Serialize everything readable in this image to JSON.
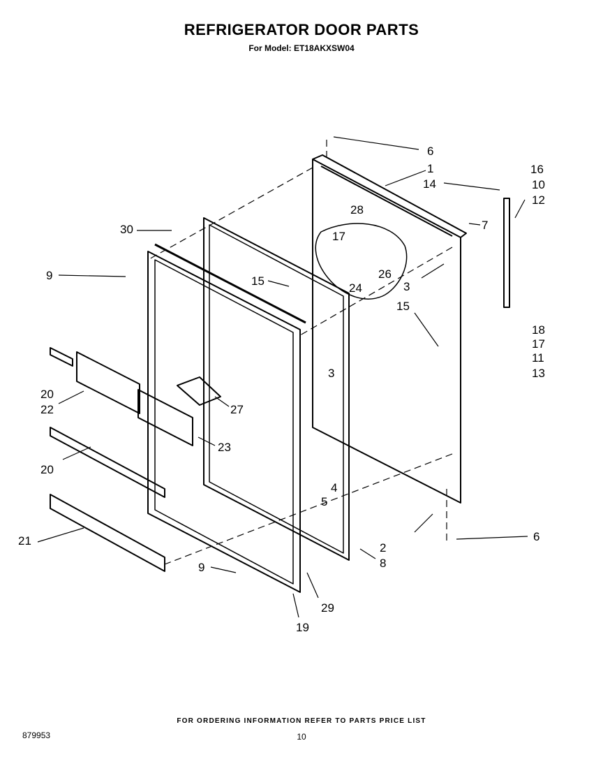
{
  "header": {
    "title": "REFRIGERATOR DOOR PARTS",
    "model": "For Model: ET18AKXSW04"
  },
  "callouts": [
    "1",
    "2",
    "3",
    "3",
    "4",
    "5",
    "6",
    "6",
    "7",
    "8",
    "9",
    "9",
    "10",
    "11",
    "12",
    "13",
    "14",
    "15",
    "15",
    "16",
    "17",
    "17",
    "18",
    "19",
    "20",
    "20",
    "21",
    "22",
    "23",
    "24",
    "26",
    "27",
    "28",
    "29",
    "30"
  ],
  "footer": {
    "ordering_info": "FOR ORDERING INFORMATION REFER TO PARTS PRICE LIST",
    "document_number": "879953",
    "page_number": "10"
  }
}
